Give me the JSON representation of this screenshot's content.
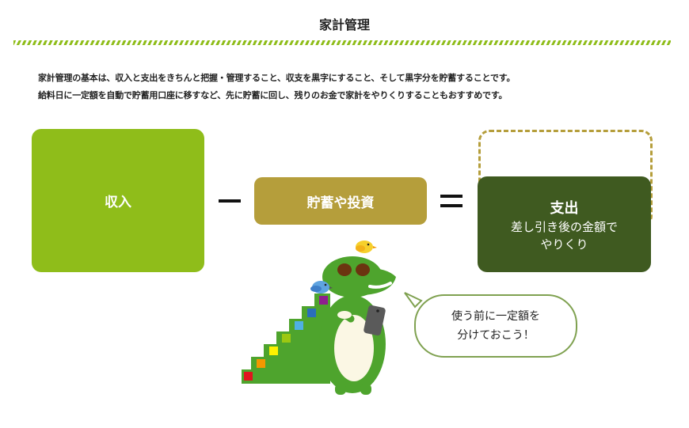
{
  "header": {
    "title": "家計管理"
  },
  "description": {
    "line1": "家計管理の基本は、収入と支出をきちんと把握・管理すること、収支を黒字にすること、そして黒字分を貯蓄することです。",
    "line2": "給料日に一定額を自動で貯蓄用口座に移すなど、先に貯蓄に回し、残りのお金で家計をやりくりすることもおすすめです。"
  },
  "formula": {
    "income_label": "収入",
    "operator_minus": "−",
    "savings_label": "貯蓄や投資",
    "operator_equals": "=",
    "expense_title": "支出",
    "expense_line1": "差し引き後の金額で",
    "expense_line2": "やりくり"
  },
  "speech_bubble": {
    "line1": "使う前に一定額を",
    "line2": "分けておこう！"
  },
  "colors": {
    "accent_green": "#8fbd1a",
    "savings_gold": "#b59e3b",
    "expense_dark_green": "#3f5a20",
    "bubble_border": "#7fa150"
  },
  "illustration": {
    "name": "crocodile-mascot-with-smartphone-and-staircase",
    "step_colors": [
      "#e0141e",
      "#f39800",
      "#fff100",
      "#9cc812",
      "#4fb0e5",
      "#2a6ebb",
      "#8e1e8e"
    ]
  }
}
